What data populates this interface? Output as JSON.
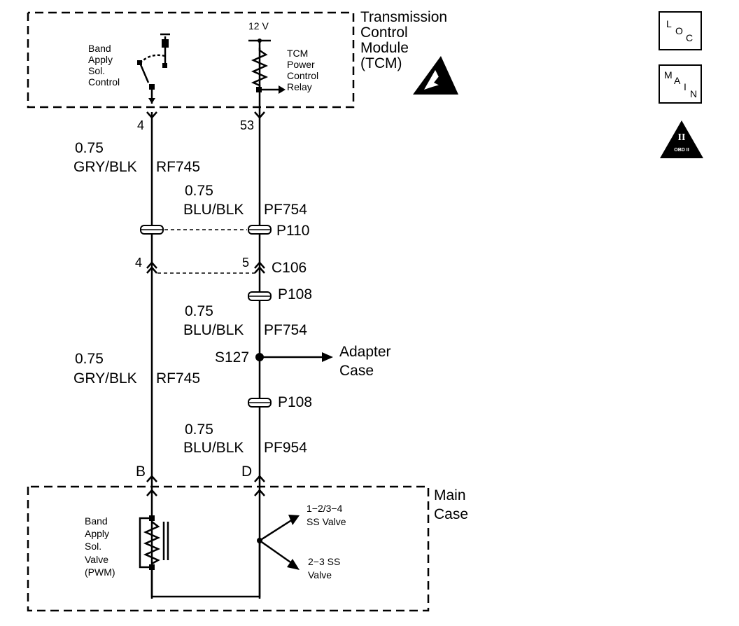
{
  "tcm": {
    "title": "Transmission\nControl\nModule\n(TCM)",
    "voltage": "12 V",
    "band_apply_control": "Band\nApply\nSol.\nControl",
    "power_relay": "TCM\nPower\nControl\nRelay",
    "pin_left": "4",
    "pin_right": "53"
  },
  "wires": {
    "left_upper": {
      "gauge": "0.75",
      "color": "GRY/BLK",
      "circuit": "RF745"
    },
    "right_upper": {
      "gauge": "0.75",
      "color": "BLU/BLK",
      "circuit": "PF754"
    },
    "right_middle": {
      "gauge": "0.75",
      "color": "BLU/BLK",
      "circuit": "PF754"
    },
    "left_lower": {
      "gauge": "0.75",
      "color": "GRY/BLK",
      "circuit": "RF745"
    },
    "right_lower": {
      "gauge": "0.75",
      "color": "BLU/BLK",
      "circuit": "PF954"
    }
  },
  "connectors": {
    "p110": "P110",
    "c106": "C106",
    "c106_pin_left": "4",
    "c106_pin_right": "5",
    "p108_upper": "P108",
    "p108_lower": "P108",
    "splice": "S127",
    "adapter_case": "Adapter\nCase"
  },
  "main_case": {
    "title": "Main\nCase",
    "pin_left": "B",
    "pin_right": "D",
    "band_apply_valve": "Band\nApply\nSol.\nValve\n(PWM)",
    "valve_1": "1−2/3−4\nSS Valve",
    "valve_2": "2−3 SS\nValve"
  },
  "tags": {
    "loc": {
      "l1": "L",
      "l2": "O",
      "l3": "C"
    },
    "main": {
      "l1": "M",
      "l2": "A",
      "l3": "I",
      "l4": "N"
    },
    "obd": {
      "numeral": "II",
      "text": "OBD II"
    }
  }
}
